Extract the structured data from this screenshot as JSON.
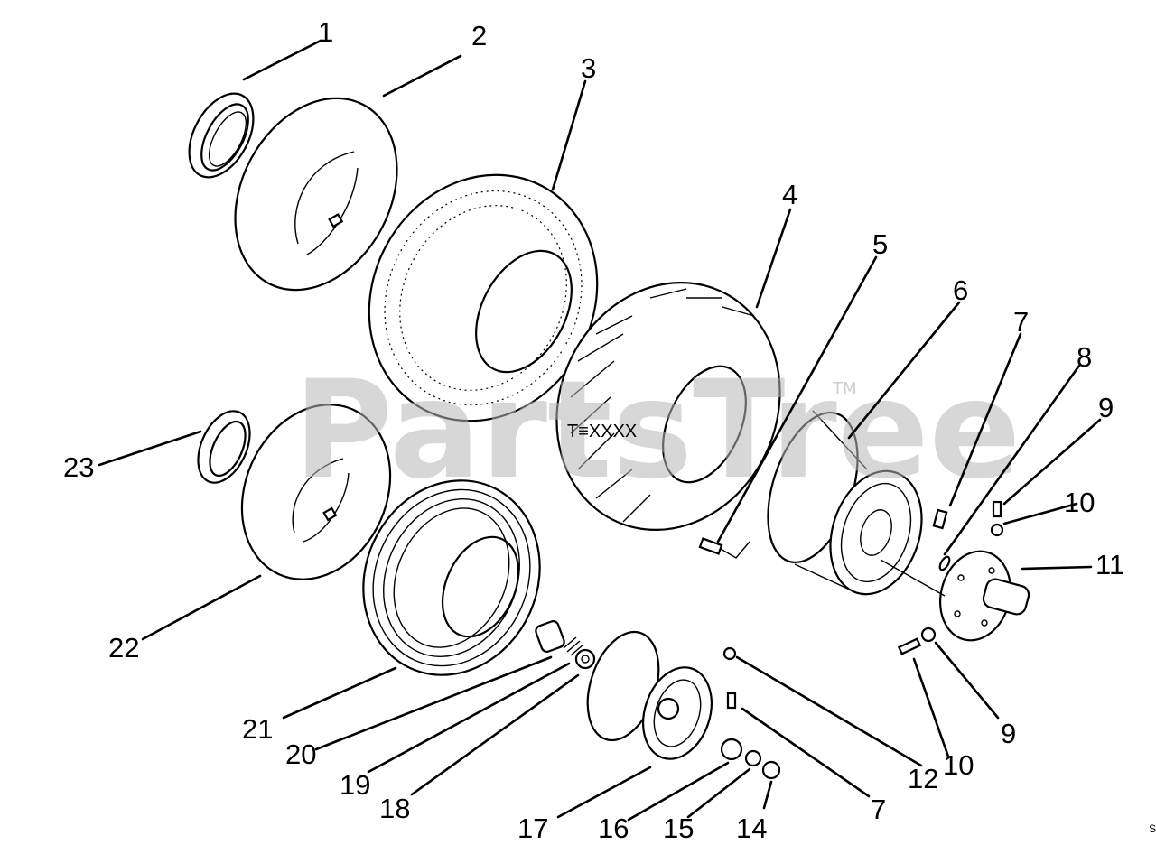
{
  "watermark": {
    "text": "PartsTree",
    "trademark": "TM"
  },
  "tire_code": "T≡XXXX",
  "corner_mark": "S",
  "callouts": [
    {
      "id": "1",
      "label": "1"
    },
    {
      "id": "2",
      "label": "2"
    },
    {
      "id": "3",
      "label": "3"
    },
    {
      "id": "4",
      "label": "4"
    },
    {
      "id": "5",
      "label": "5"
    },
    {
      "id": "6",
      "label": "6"
    },
    {
      "id": "7a",
      "label": "7"
    },
    {
      "id": "8",
      "label": "8"
    },
    {
      "id": "9a",
      "label": "9"
    },
    {
      "id": "10a",
      "label": "10"
    },
    {
      "id": "11",
      "label": "11"
    },
    {
      "id": "9b",
      "label": "9"
    },
    {
      "id": "10b",
      "label": "10"
    },
    {
      "id": "12",
      "label": "12"
    },
    {
      "id": "7b",
      "label": "7"
    },
    {
      "id": "14",
      "label": "14"
    },
    {
      "id": "15",
      "label": "15"
    },
    {
      "id": "16",
      "label": "16"
    },
    {
      "id": "17",
      "label": "17"
    },
    {
      "id": "18",
      "label": "18"
    },
    {
      "id": "19",
      "label": "19"
    },
    {
      "id": "20",
      "label": "20"
    },
    {
      "id": "21",
      "label": "21"
    },
    {
      "id": "22",
      "label": "22"
    },
    {
      "id": "23",
      "label": "23"
    }
  ]
}
